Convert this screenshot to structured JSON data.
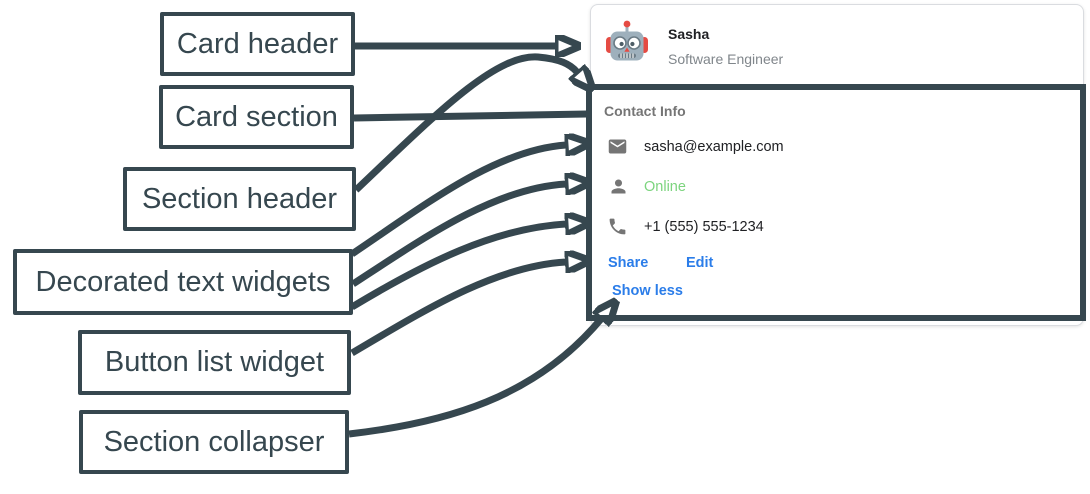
{
  "annotations": {
    "card_header": "Card header",
    "card_section": "Card section",
    "section_header": "Section header",
    "decorated_text": "Decorated text widgets",
    "button_list": "Button list widget",
    "section_collapser": "Section collapser"
  },
  "card": {
    "header": {
      "avatar_icon": "robot-avatar",
      "name": "Sasha",
      "subtitle": "Software Engineer"
    },
    "section": {
      "header": "Contact Info",
      "rows": [
        {
          "icon": "mail-icon",
          "text": "sasha@example.com",
          "status": "default"
        },
        {
          "icon": "person-icon",
          "text": "Online",
          "status": "online"
        },
        {
          "icon": "phone-icon",
          "text": "+1 (555) 555-1234",
          "status": "default"
        }
      ],
      "buttons": [
        {
          "label": "Share"
        },
        {
          "label": "Edit"
        }
      ],
      "collapser_label": "Show less"
    }
  },
  "colors": {
    "annotation_dark": "#36474F",
    "link_blue": "#2B7DE9",
    "online_green": "#7CD47E",
    "icon_gray": "#757575",
    "text_dark": "#202124",
    "subtitle_gray": "#80868B",
    "card_border": "#DADCE0"
  }
}
